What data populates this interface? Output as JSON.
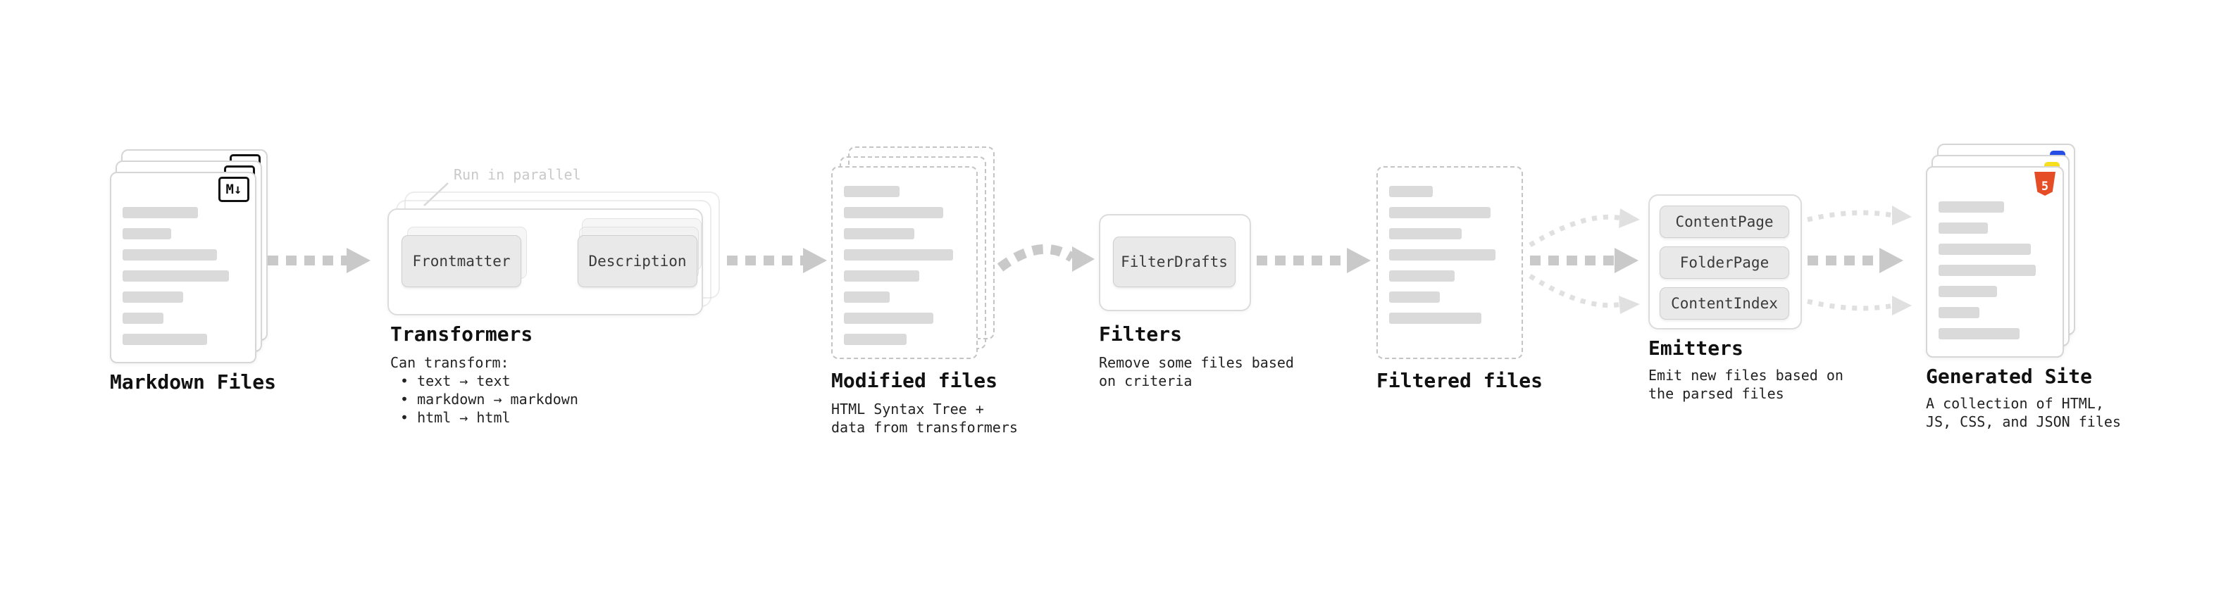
{
  "nodes": {
    "markdown_files": {
      "label": "Markdown Files",
      "badge": "M↓"
    },
    "transformers": {
      "label": "Transformers",
      "annotation": "Run in parallel",
      "boxes": [
        "Frontmatter",
        "Description"
      ],
      "caption_title": "Can transform:",
      "caption_bullets": [
        "• text → text",
        "• markdown → markdown",
        "• html → html"
      ]
    },
    "modified_files": {
      "label": "Modified files",
      "caption": "HTML Syntax Tree +\ndata from transformers"
    },
    "filters": {
      "label": "Filters",
      "boxes": [
        "FilterDrafts"
      ],
      "caption": "Remove some files based\non criteria"
    },
    "filtered_files": {
      "label": "Filtered files"
    },
    "emitters": {
      "label": "Emitters",
      "boxes": [
        "ContentPage",
        "FolderPage",
        "ContentIndex"
      ],
      "caption": "Emit new files based on\nthe parsed files"
    },
    "generated_site": {
      "label": "Generated Site",
      "badge": "5",
      "caption": "A collection of HTML,\nJS, CSS, and JSON files"
    }
  },
  "colors": {
    "arrow": "#c9c9c9",
    "arrow_light": "#e0e0e0",
    "html5_badge": "#e44d26",
    "js_badge": "#f7df1e",
    "css_badge": "#264de4",
    "skeleton_bar": "#dadada"
  }
}
